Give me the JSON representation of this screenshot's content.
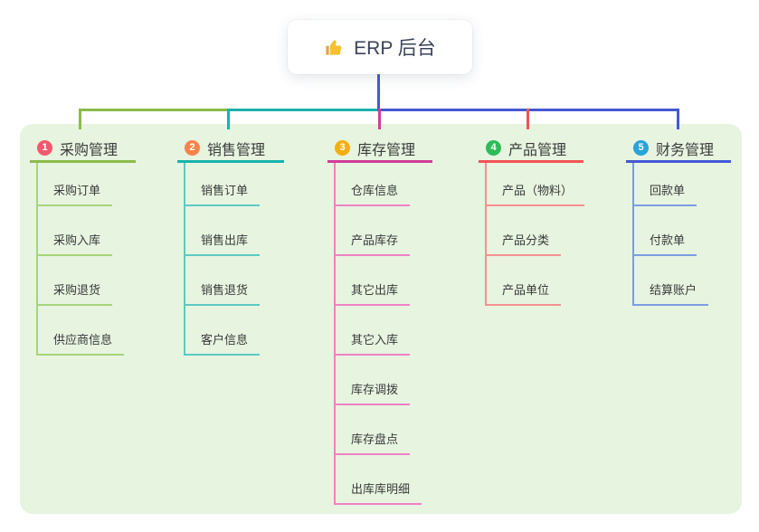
{
  "root": {
    "label": "ERP 后台",
    "icon": "thumbs-up-icon"
  },
  "colors": {
    "panel_bg": "#e6f4e0",
    "root_text": "#3b4357",
    "title_text": "#3c3c3c",
    "child_text": "#3a3a3a",
    "connector_blue": "#4558d4",
    "thumb_yellow": "#f6c12f",
    "thumb_cuff": "#e8a33d"
  },
  "branches": [
    {
      "num": "1",
      "title": "采购管理",
      "badge_color": "#f1596e",
      "line_color": "#8cbb4a",
      "child_line_color": "#a9d37b",
      "children": [
        "采购订单",
        "采购入库",
        "采购退货",
        "供应商信息"
      ]
    },
    {
      "num": "2",
      "title": "销售管理",
      "badge_color": "#f8824b",
      "line_color": "#19b2ab",
      "child_line_color": "#5fc9c1",
      "children": [
        "销售订单",
        "销售出库",
        "销售退货",
        "客户信息"
      ]
    },
    {
      "num": "3",
      "title": "库存管理",
      "badge_color": "#f5ae11",
      "line_color": "#d13d98",
      "child_line_color": "#ee82c4",
      "children": [
        "仓库信息",
        "产品库存",
        "其它出库",
        "其它入库",
        "库存调拨",
        "库存盘点",
        "出库库明细"
      ]
    },
    {
      "num": "4",
      "title": "产品管理",
      "badge_color": "#2fbc58",
      "line_color": "#f15456",
      "child_line_color": "#f59191",
      "children": [
        "产品（物料）",
        "产品分类",
        "产品单位"
      ]
    },
    {
      "num": "5",
      "title": "财务管理",
      "badge_color": "#29a3da",
      "line_color": "#4558d4",
      "child_line_color": "#7e9ce0",
      "children": [
        "回款单",
        "付款单",
        "结算账户"
      ]
    }
  ]
}
